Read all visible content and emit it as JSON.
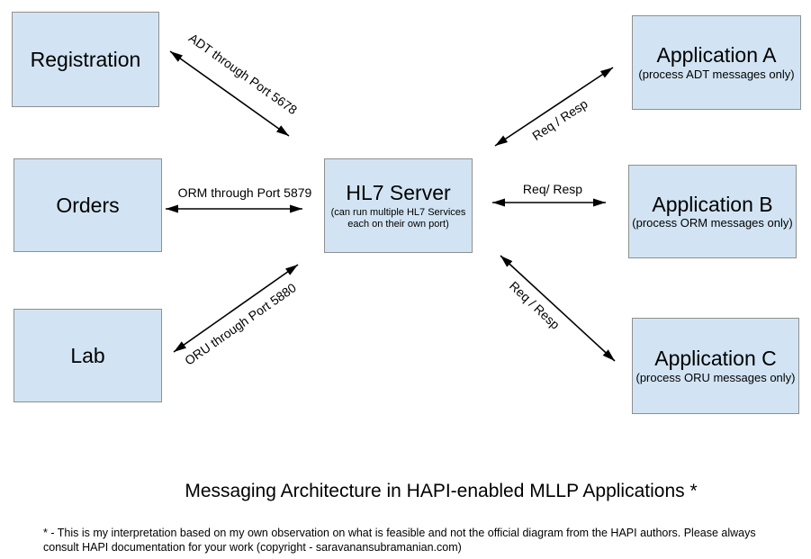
{
  "diagram": {
    "title": "Messaging Architecture in HAPI-enabled MLLP Applications *",
    "footnote": {
      "line1": "* - This is my interpretation based on my own observation on what is feasible and not the official diagram from the HAPI authors. Please always",
      "line2": "consult HAPI documentation for your work (copyright - saravanansubramanian.com)"
    },
    "colors": {
      "node_fill": "#d2e4f3",
      "node_border": "#8f8f8f",
      "arrow": "#000000",
      "background": "#ffffff"
    },
    "nodes": {
      "registration": {
        "label": "Registration"
      },
      "orders": {
        "label": "Orders"
      },
      "lab": {
        "label": "Lab"
      },
      "hl7_server": {
        "label": "HL7 Server",
        "sublabel": "(can run multiple HL7 Services each on their own port)"
      },
      "application_a": {
        "label": "Application A",
        "sublabel": "(process ADT messages only)"
      },
      "application_b": {
        "label": "Application B",
        "sublabel": "(process ORM messages only)"
      },
      "application_c": {
        "label": "Application C",
        "sublabel": "(process ORU messages only)"
      }
    },
    "connections": {
      "registration_hl7": {
        "from": "Registration",
        "to": "HL7 Server",
        "label": "ADT through Port 5678",
        "bidirectional": true
      },
      "orders_hl7": {
        "from": "Orders",
        "to": "HL7 Server",
        "label": "ORM through Port 5879",
        "bidirectional": true
      },
      "lab_hl7": {
        "from": "Lab",
        "to": "HL7 Server",
        "label": "ORU through Port 5880",
        "bidirectional": true
      },
      "hl7_app_a": {
        "from": "HL7 Server",
        "to": "Application A",
        "label": "Req / Resp",
        "bidirectional": true
      },
      "hl7_app_b": {
        "from": "HL7 Server",
        "to": "Application B",
        "label": "Req/ Resp",
        "bidirectional": true
      },
      "hl7_app_c": {
        "from": "HL7 Server",
        "to": "Application C",
        "label": "Req / Resp",
        "bidirectional": true
      }
    }
  }
}
